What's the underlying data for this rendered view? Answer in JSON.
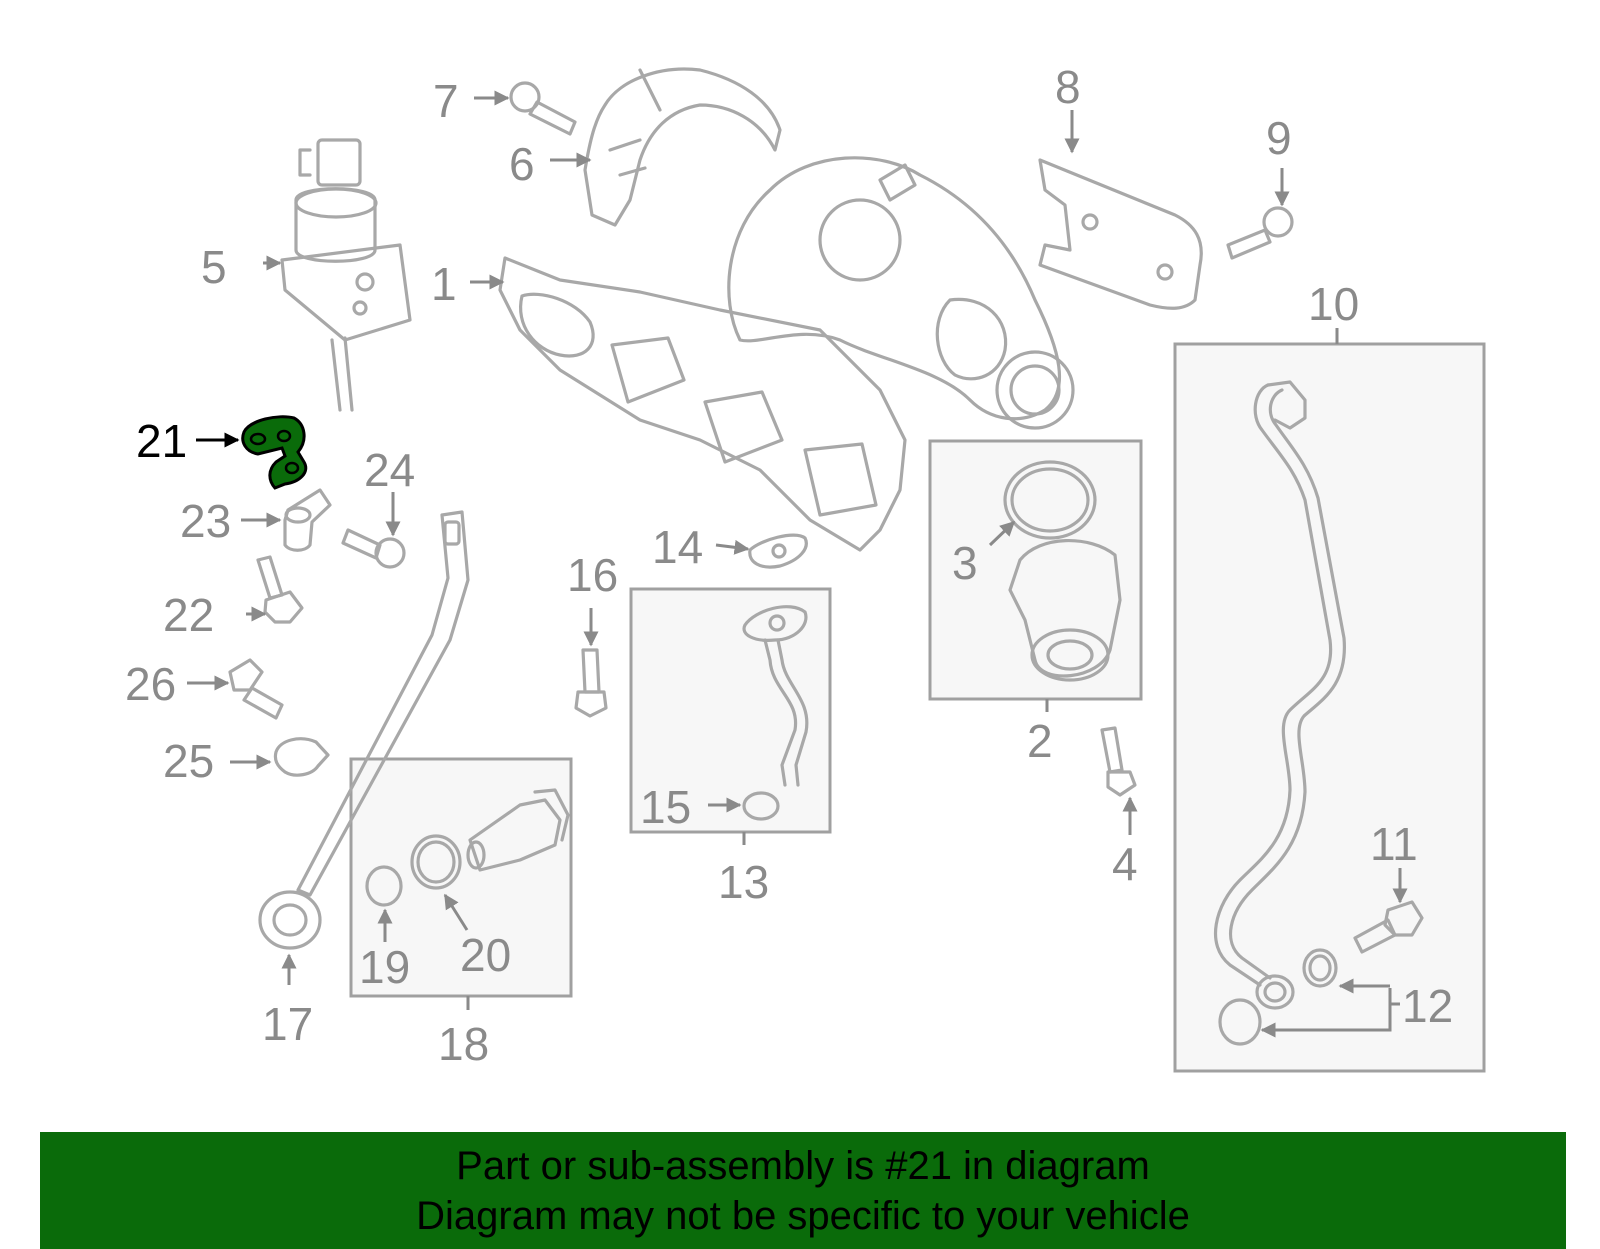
{
  "diagram": {
    "highlight_color": "#0a6b0a",
    "highlight_callout": "21",
    "callouts": [
      {
        "id": "c1",
        "label": "1"
      },
      {
        "id": "c2",
        "label": "2"
      },
      {
        "id": "c3",
        "label": "3"
      },
      {
        "id": "c4",
        "label": "4"
      },
      {
        "id": "c5",
        "label": "5"
      },
      {
        "id": "c6",
        "label": "6"
      },
      {
        "id": "c7",
        "label": "7"
      },
      {
        "id": "c8",
        "label": "8"
      },
      {
        "id": "c9",
        "label": "9"
      },
      {
        "id": "c10",
        "label": "10"
      },
      {
        "id": "c11",
        "label": "11"
      },
      {
        "id": "c12",
        "label": "12"
      },
      {
        "id": "c13",
        "label": "13"
      },
      {
        "id": "c14",
        "label": "14"
      },
      {
        "id": "c15",
        "label": "15"
      },
      {
        "id": "c16",
        "label": "16"
      },
      {
        "id": "c17",
        "label": "17"
      },
      {
        "id": "c18",
        "label": "18"
      },
      {
        "id": "c19",
        "label": "19"
      },
      {
        "id": "c20",
        "label": "20"
      },
      {
        "id": "c21",
        "label": "21"
      },
      {
        "id": "c22",
        "label": "22"
      },
      {
        "id": "c23",
        "label": "23"
      },
      {
        "id": "c24",
        "label": "24"
      },
      {
        "id": "c25",
        "label": "25"
      },
      {
        "id": "c26",
        "label": "26"
      }
    ]
  },
  "banner": {
    "line1": "Part or sub-assembly is #21 in diagram",
    "line2": "Diagram may not be specific to your vehicle",
    "background": "#0a6b0a"
  }
}
